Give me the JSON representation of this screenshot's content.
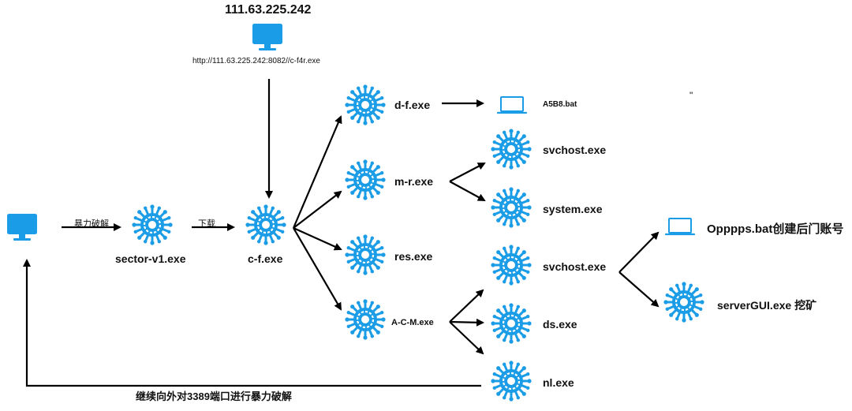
{
  "server": {
    "ip": "111.63.225.242",
    "url": "http://111.63.225.242:8082//c-f4r.exe"
  },
  "nodes": {
    "sector": "sector-v1.exe",
    "cf": "c-f.exe",
    "df": "d-f.exe",
    "a5b8": "A5B8.bat",
    "mr": "m-r.exe",
    "svchost1": "svchost.exe",
    "system": "system.exe",
    "res": "res.exe",
    "acm": "A-C-M.exe",
    "svchost2": "svchost.exe",
    "ds": "ds.exe",
    "nl": "nl.exe",
    "opppps": "Opppps.bat创建后门账号",
    "servergui": "serverGUI.exe 挖矿"
  },
  "edges": {
    "bruteforce": "暴力破解",
    "download": "下载",
    "loop": "继续向外对3389端口进行暴力破解"
  },
  "stray_mark": "\"",
  "colors": {
    "virus": "#1a9ce6",
    "monitor": "#1a9ce6",
    "arrow": "#000000"
  }
}
